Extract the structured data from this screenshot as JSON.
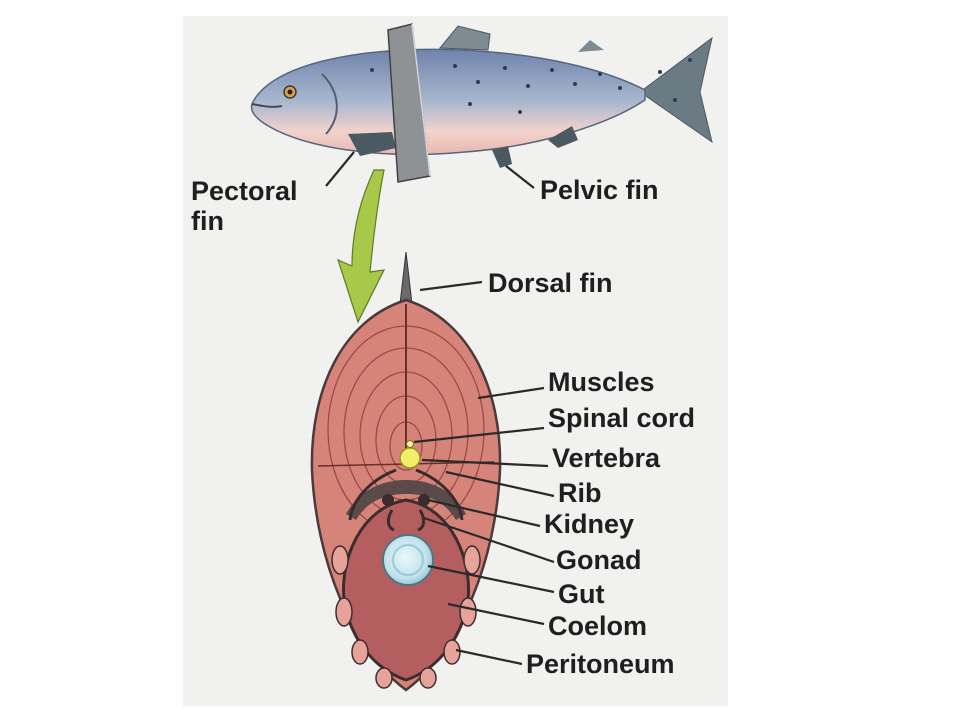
{
  "labels": {
    "pectoral_fin": [
      "Pectoral",
      "fin"
    ],
    "pelvic_fin": "Pelvic fin",
    "dorsal_fin": "Dorsal fin",
    "muscles": "Muscles",
    "spinal_cord": "Spinal cord",
    "vertebra": "Vertebra",
    "rib": "Rib",
    "kidney": "Kidney",
    "gonad": "Gonad",
    "gut": "Gut",
    "coelom": "Coelom",
    "peritoneum": "Peritoneum"
  },
  "colors": {
    "panel_background": "#f1f1ef",
    "fish_back": "#7f93b8",
    "fish_belly": "#f1c8c2",
    "muscle": "#d6837a",
    "coelom": "#b55e60",
    "vertebra": "#f2ee6a",
    "gut": "#bfe2ea",
    "arrow": "#a8c84a",
    "label_text": "#1f1f1f"
  }
}
